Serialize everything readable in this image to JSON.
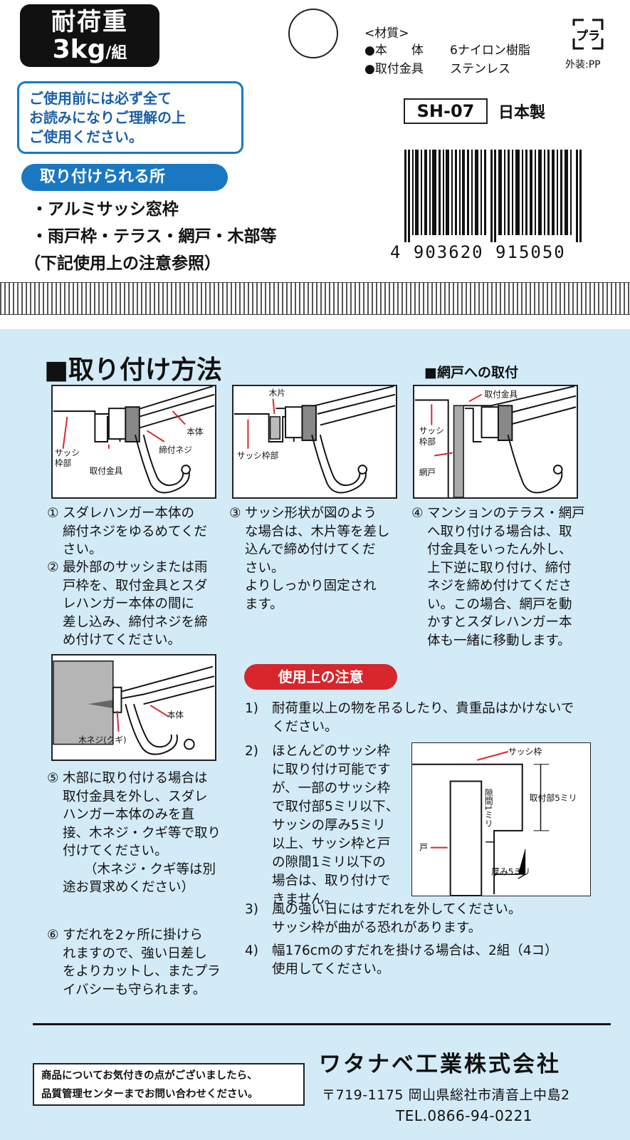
{
  "header": {
    "load_line1": "耐荷重",
    "load_value": "3kg",
    "load_unit": "/組",
    "materials_title": "<材質>",
    "materials": [
      {
        "part": "●本　　体",
        "material": "6ナイロン樹脂"
      },
      {
        "part": "●取付金具",
        "material": "ステンレス"
      }
    ],
    "recycle_mark": "プラ",
    "outer_packaging": "外装:PP",
    "caution": [
      "ご使用前には必ず全て",
      "お読みになりご理解の上",
      "ご使用ください。"
    ],
    "mount_title": "取り付けられる所",
    "mount_locations": [
      "・アルミサッシ窓枠",
      "・雨戸枠・テラス・網戸・木部等",
      "（下記使用上の注意参照）"
    ],
    "model": "SH-07",
    "made_in": "日本製",
    "barcode": "4 903620 915050"
  },
  "install": {
    "title": "■取り付け方法",
    "screen_title": "■網戸への取付",
    "fig1": {
      "body": "本体",
      "sash": [
        "サッシ",
        "枠部"
      ],
      "bracket": "取付金具",
      "screw": "締付ネジ"
    },
    "fig2": {
      "wood": "木片",
      "sash": "サッシ枠部"
    },
    "fig3": {
      "bracket": "取付金具",
      "sash": [
        "サッシ",
        "枠部"
      ],
      "screen": "網戸"
    },
    "fig4": {
      "body": "本体",
      "screw": "木ネジ(クギ)"
    },
    "step1": [
      "①",
      "スダレハンガー本体の",
      "締付ネジをゆるめてくだ",
      "さい。"
    ],
    "step2": [
      "②",
      "最外部のサッシまたは雨",
      "戸枠を、取付金具とスダ",
      "レハンガー本体の間に",
      "差し込み、締付ネジを締",
      "め付けてください。"
    ],
    "step3": [
      "③",
      "サッシ形状が図のよう",
      "な場合は、木片等を差し",
      "込んで締め付けてくだ",
      "さい。",
      "よりしっかり固定され",
      "ます。"
    ],
    "step4": [
      "④",
      "マンションのテラス・網戸",
      "へ取り付ける場合は、取",
      "付金具をいったん外し、",
      "上下逆に取り付け、締付",
      "ネジを締め付けてくださ",
      "い。この場合、網戸を動",
      "かすとスダレハンガー本",
      "体も一緒に移動します。"
    ],
    "step5": [
      "⑤",
      "木部に取り付ける場合は",
      "取付金具を外し、スダレ",
      "ハンガー本体のみを直",
      "接、木ネジ・クギ等で取り",
      "付けてください。",
      "（木ネジ・クギ等は別",
      "途お買求めください）"
    ],
    "step6": [
      "⑥",
      "すだれを2ヶ所に掛けら",
      "れますので、強い日差し",
      "をよりカットし、またプラ",
      "イバシーも守られます。"
    ]
  },
  "usage": {
    "title": "使用上の注意",
    "note1": [
      "1)",
      "耐荷重以上の物を吊るしたり、貴重品はかけないで",
      "ください。"
    ],
    "note2": [
      "2)",
      "ほとんどのサッシ枠",
      "に取り付け可能です",
      "が、一部のサッシ枠",
      "で取付部5ミリ以下、",
      "サッシの厚み5ミリ",
      "以上、サッシ枠と戸",
      "の隙間1ミリ以下の",
      "場合は、取り付けで",
      "きません。"
    ],
    "note3": [
      "3)",
      "風の強い日にはすだれを外してください。",
      "サッシ枠が曲がる恐れがあります。"
    ],
    "note4": [
      "4)",
      "幅176cmのすだれを掛ける場合は、2組（4コ）",
      "使用してください。"
    ],
    "diagram": {
      "frame": "サッシ枠",
      "gap": "隙間1ミリ",
      "mount": "取付部5ミリ",
      "door": "戸",
      "thickness": "厚み5ミリ"
    }
  },
  "footer": {
    "company": "ワタナベ工業株式会社",
    "inquiry": [
      "商品についてお気付きの点がございましたら、",
      "品質管理センターまでお問い合わせください。"
    ],
    "address": "〒719-1175 岡山県総社市清音上中島2",
    "tel": "TEL.0866-94-0221"
  }
}
